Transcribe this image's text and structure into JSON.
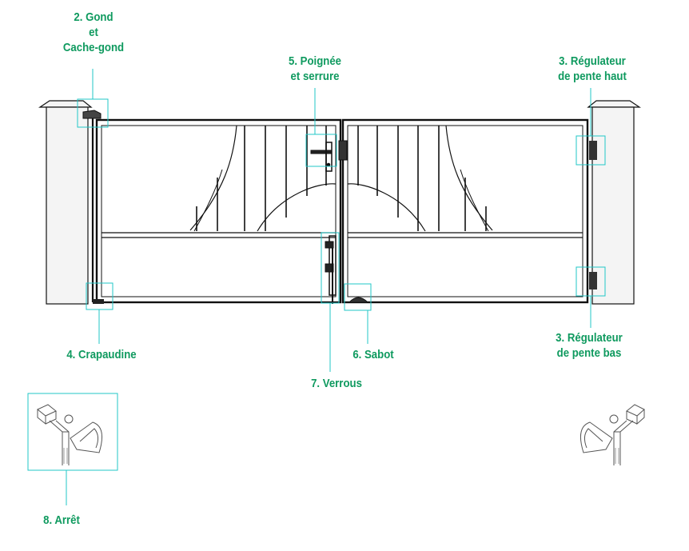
{
  "colors": {
    "accent": "#0f9a5f",
    "callout": "#22c7c7",
    "line": "#111111",
    "pillar_fill": "#f4f4f4"
  },
  "labels": {
    "gond": [
      "2. Gond",
      "et",
      "Cache-gond"
    ],
    "poignee": [
      "5. Poignée",
      "et serrure"
    ],
    "regulateur_haut": [
      "3. Régulateur",
      "de pente haut"
    ],
    "crapaudine": [
      "4. Crapaudine"
    ],
    "sabot": [
      "6. Sabot"
    ],
    "verrous": [
      "7. Verrous"
    ],
    "regulateur_bas": [
      "3. Régulateur",
      "de pente bas"
    ],
    "arret": [
      "8. Arrêt"
    ]
  }
}
